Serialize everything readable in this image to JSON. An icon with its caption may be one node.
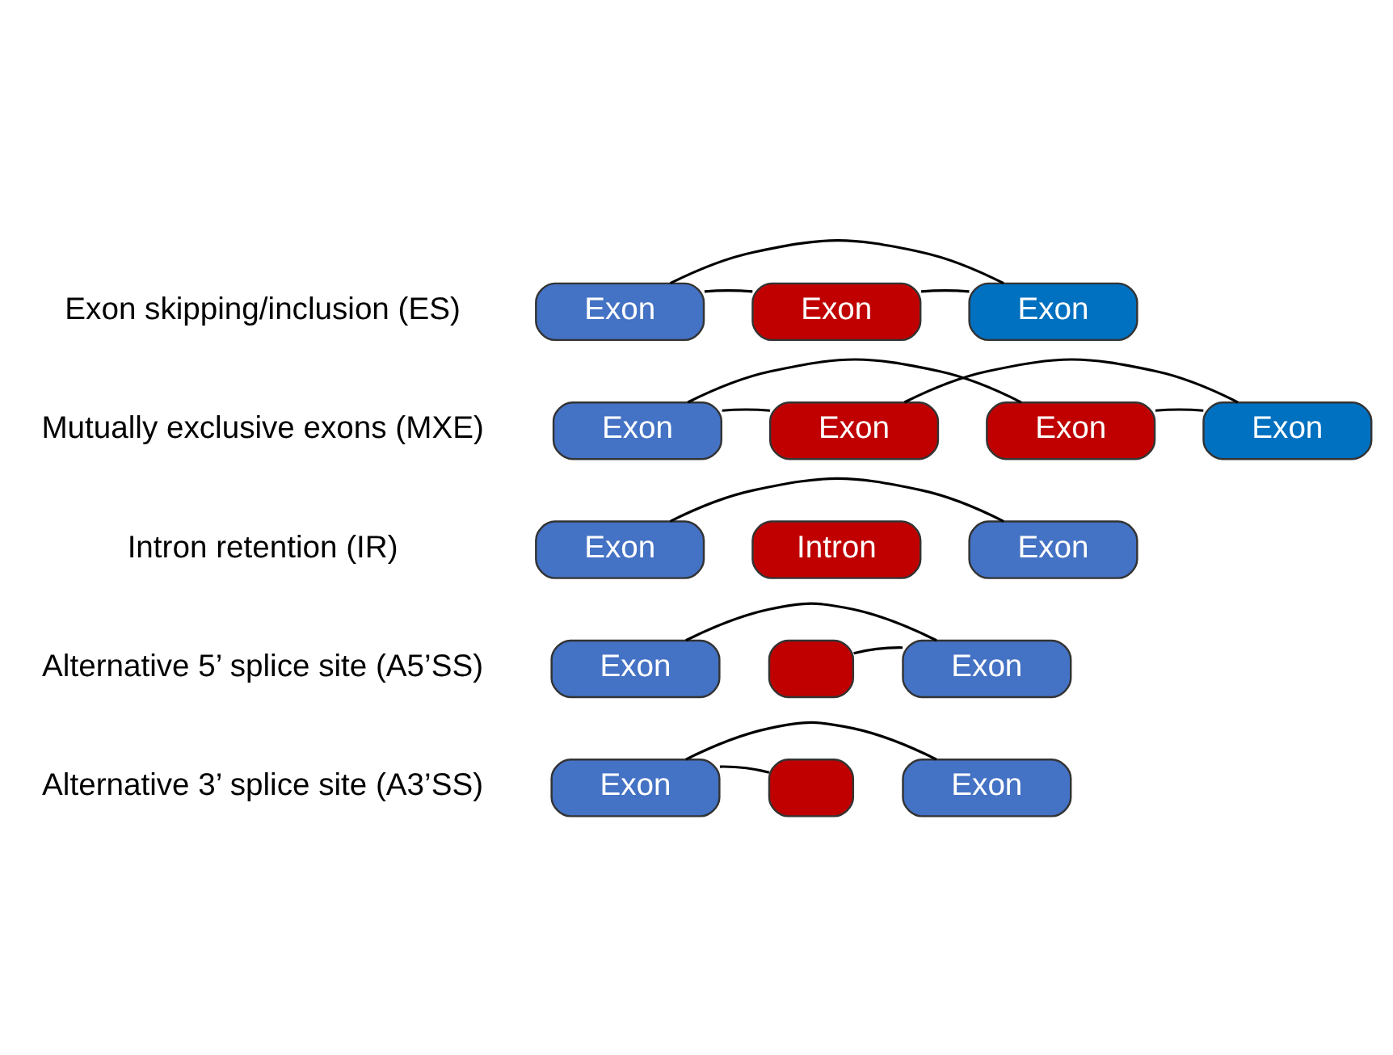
{
  "diagram": {
    "nodes": [
      {
        "text": [
          "Exon"
        ]
      },
      {
        "text": [
          "Exon"
        ]
      },
      {
        "text": [
          "Exon"
        ]
      },
      {
        "text": [
          "Exon"
        ]
      },
      {
        "text": [
          "Exon"
        ]
      },
      {
        "text": [
          "Exon"
        ]
      },
      {
        "text": [
          "Exon"
        ]
      },
      {
        "text": [
          "Exon"
        ]
      },
      {
        "text": [
          "Intron"
        ]
      },
      {
        "text": [
          "Exon"
        ]
      },
      {
        "text": [
          "Exon"
        ]
      },
      {
        "text": [],
        "shape": "box"
      },
      {
        "text": [
          "Exon"
        ]
      },
      {
        "text": [
          "Exon"
        ]
      },
      {
        "text": [],
        "shape": "box"
      },
      {
        "text": [
          "Exon"
        ]
      }
    ],
    "edges": [
      {
        "from": 0,
        "to": 1,
        "arrow": "none"
      },
      {
        "from": 1,
        "to": 2,
        "arrow": "none"
      },
      {
        "from": 0,
        "to": 2,
        "arrow": "none"
      },
      {
        "from": 3,
        "to": 4,
        "arrow": "none"
      },
      {
        "from": 4,
        "to": 6,
        "arrow": "none"
      },
      {
        "from": 3,
        "to": 5,
        "arrow": "none"
      },
      {
        "from": 5,
        "to": 6,
        "arrow": "none"
      },
      {
        "from": 7,
        "to": 9,
        "arrow": "none"
      },
      {
        "from": 10,
        "to": 12,
        "arrow": "none"
      },
      {
        "from": 11,
        "to": 12,
        "arrow": "none"
      },
      {
        "from": 13,
        "to": 15,
        "arrow": "none"
      },
      {
        "from": 13,
        "to": 14,
        "arrow": "none"
      }
    ],
    "labels": [
      "Exon skipping/inclusion (ES)",
      "Mutually exclusive exons (MXE)",
      "Intron retention (IR)",
      "Alternative 5’ splice site (A5’SS)",
      "Alternative 3’ splice site (A3’SS)"
    ]
  }
}
